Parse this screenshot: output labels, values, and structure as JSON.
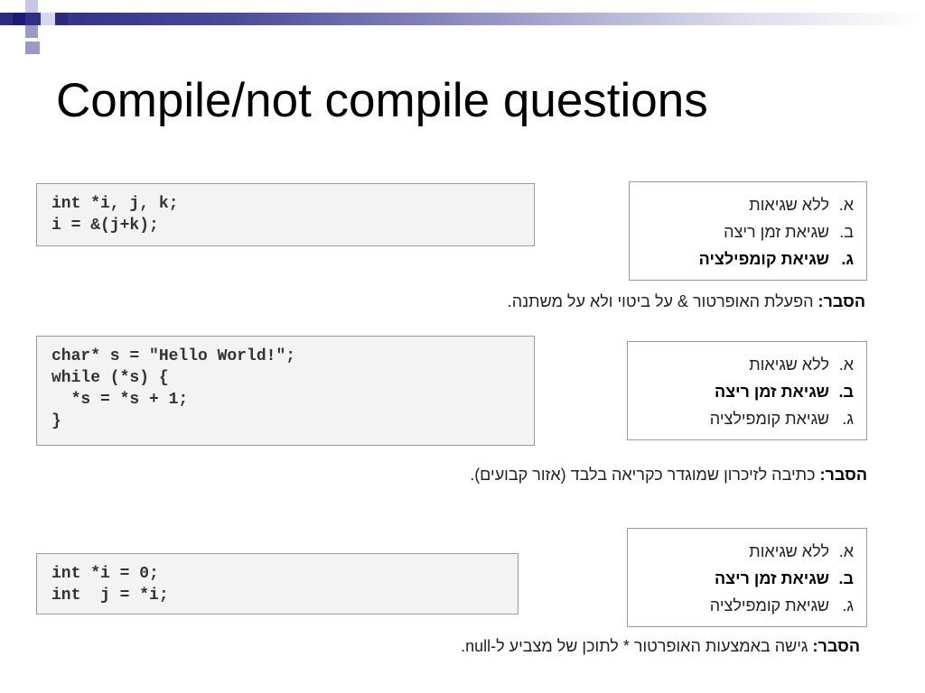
{
  "slide": {
    "title": "Compile/not compile questions",
    "explain_label": "הסבר:",
    "questions": [
      {
        "code": [
          "int *i, j, k;",
          "i = &(j+k);"
        ],
        "options": [
          {
            "letter": "א.",
            "text": "ללא שגיאות",
            "correct": false
          },
          {
            "letter": "ב.",
            "text": "שגיאת זמן ריצה",
            "correct": false
          },
          {
            "letter": "ג.",
            "text": "שגיאת קומפילציה",
            "correct": true
          }
        ],
        "explanation": "הפעלת האופרטור & על ביטוי ולא על משתנה."
      },
      {
        "code": [
          "char* s = \"Hello World!\";",
          "while (*s) {",
          "  *s = *s + 1;",
          "}"
        ],
        "options": [
          {
            "letter": "א.",
            "text": "ללא שגיאות",
            "correct": false
          },
          {
            "letter": "ב.",
            "text": "שגיאת זמן ריצה",
            "correct": true
          },
          {
            "letter": "ג.",
            "text": "שגיאת קומפילציה",
            "correct": false
          }
        ],
        "explanation": "כתיבה לזיכרון שמוגדר כקריאה בלבד (אזור קבועים)."
      },
      {
        "code": [
          "int *i = 0;",
          "int  j = *i;"
        ],
        "options": [
          {
            "letter": "א.",
            "text": "ללא שגיאות",
            "correct": false
          },
          {
            "letter": "ב.",
            "text": "שגיאת זמן ריצה",
            "correct": true
          },
          {
            "letter": "ג.",
            "text": "שגיאת קומפילציה",
            "correct": false
          }
        ],
        "explanation": "גישה באמצעות האופרטור * לתוכן של מצביע ל-null."
      }
    ]
  }
}
